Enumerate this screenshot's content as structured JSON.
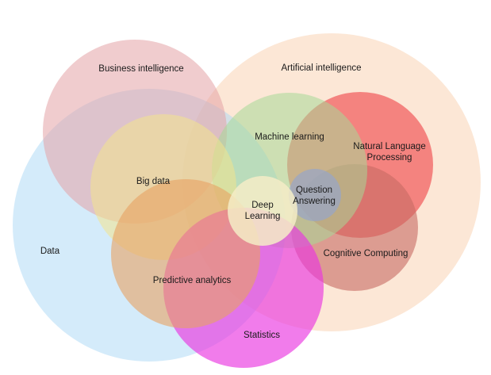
{
  "diagram": {
    "sets": [
      {
        "id": "artificial-intelligence",
        "label": "Artificial intelligence",
        "color": "#f9c9a4"
      },
      {
        "id": "data",
        "label": "Data",
        "color": "#a9d8f5"
      },
      {
        "id": "business-intelligence",
        "label": "Business intelligence",
        "color": "#e3a3a6"
      },
      {
        "id": "natural-language-processing",
        "label": "Natural Language\nProcessing",
        "color": "#f26262"
      },
      {
        "id": "cognitive-computing",
        "label": "Cognitive Computing",
        "color": "#c66a63"
      },
      {
        "id": "machine-learning",
        "label": "Machine learning",
        "color": "#a6d997"
      },
      {
        "id": "big-data",
        "label": "Big data",
        "color": "#f3e48d"
      },
      {
        "id": "statistics",
        "label": "Statistics",
        "color": "#ea36e1"
      },
      {
        "id": "predictive-analytics",
        "label": "Predictive analytics",
        "color": "#e7a262"
      },
      {
        "id": "question-answering",
        "label": "Question\nAnswering",
        "color": "#9aa6c4"
      },
      {
        "id": "deep-learning",
        "label": "Deep\nLearning",
        "color": "#f4ecc7"
      }
    ]
  }
}
